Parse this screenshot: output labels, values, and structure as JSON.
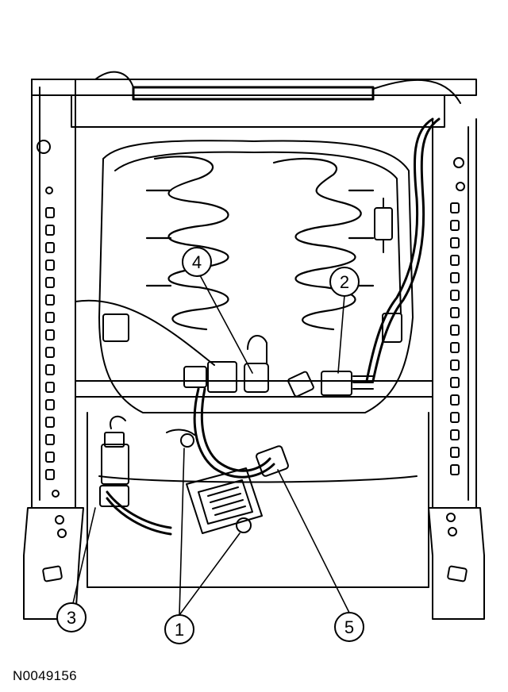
{
  "figure_id": "N0049156",
  "callouts": [
    {
      "number": "1"
    },
    {
      "number": "2"
    },
    {
      "number": "3"
    },
    {
      "number": "4"
    },
    {
      "number": "5"
    }
  ]
}
